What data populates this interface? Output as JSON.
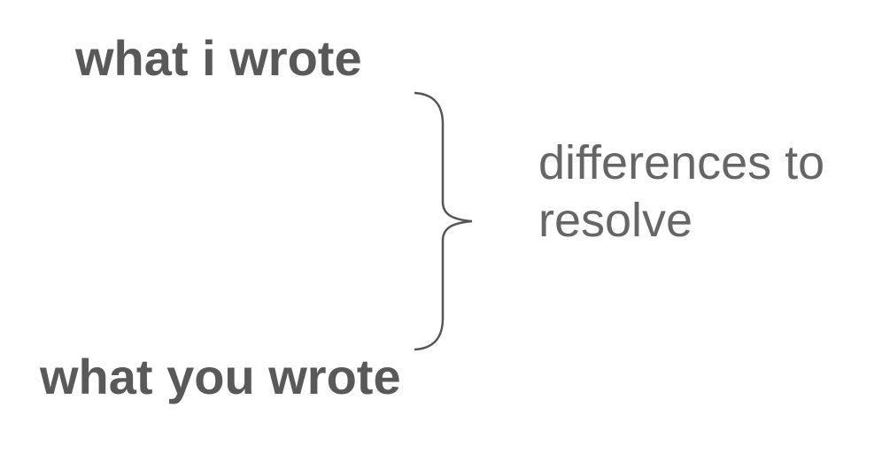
{
  "diagram": {
    "top_label": "what i wrote",
    "bottom_label": "what you wrote",
    "annotation": "differences to resolve",
    "colors": {
      "label_text": "#595959",
      "annotation_text": "#666666",
      "brace_stroke": "#555555",
      "background": "#ffffff"
    }
  }
}
